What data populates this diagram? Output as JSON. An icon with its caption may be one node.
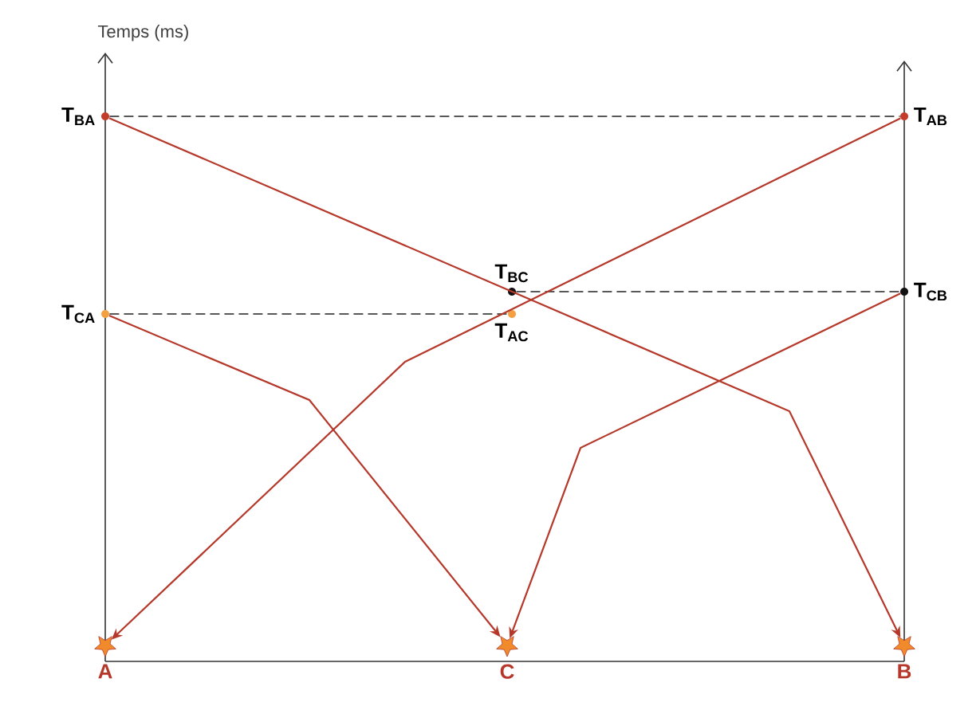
{
  "diagram": {
    "nodes": [
      {
        "text": [
          "T$_{BA}$"
        ]
      },
      {
        "text": [
          "T$_{AB}$"
        ]
      },
      {
        "text": [
          "T$_{BC}$"
        ]
      },
      {
        "text": [
          "T$_{CA}$"
        ]
      },
      {
        "text": [
          "T$_{AC}$"
        ]
      },
      {
        "text": [
          "T$_{CB}$"
        ]
      },
      {
        "text": [
          "A"
        ]
      },
      {
        "text": [
          "C"
        ]
      },
      {
        "text": [
          "B"
        ]
      }
    ],
    "edges": [
      {
        "from": 0,
        "to": 1,
        "arrow": "none",
        "style": "dashed",
        "color": "#222222"
      },
      {
        "from": 3,
        "to": 4,
        "arrow": "none",
        "style": "dashed",
        "color": "#222222"
      },
      {
        "from": 2,
        "to": 5,
        "arrow": "none",
        "style": "dashed",
        "color": "#222222"
      },
      {
        "from": 0,
        "to": 8,
        "arrow": "to"
      },
      {
        "from": 1,
        "to": 6,
        "arrow": "to"
      },
      {
        "from": 3,
        "to": 7,
        "arrow": "to"
      },
      {
        "from": 5,
        "to": 7,
        "arrow": "to"
      }
    ],
    "labels": [
      "Temps (ms)"
    ]
  }
}
